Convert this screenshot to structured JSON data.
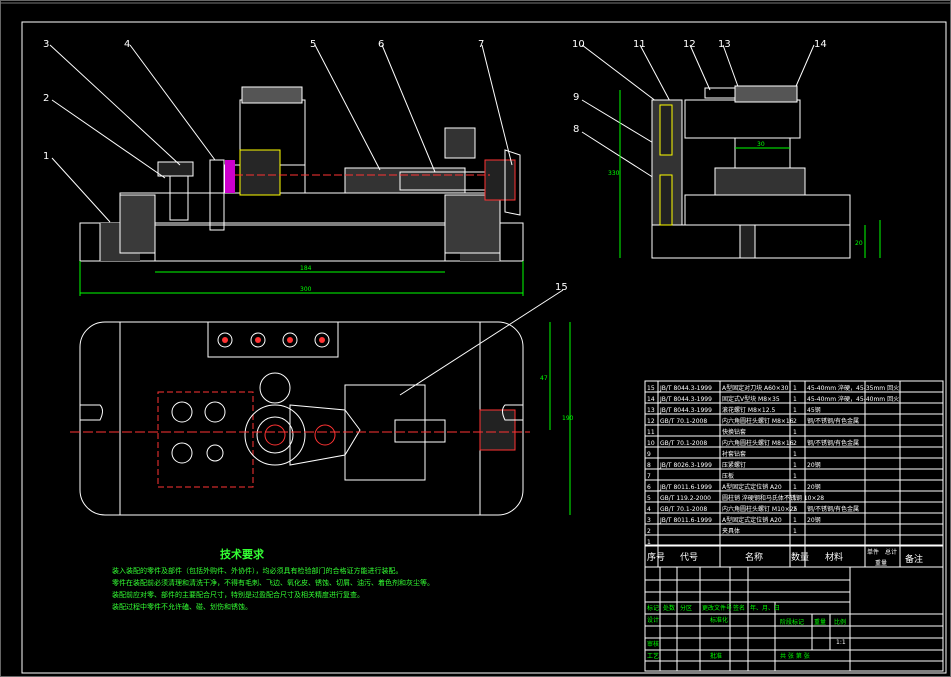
{
  "callouts": [
    "1",
    "2",
    "3",
    "4",
    "5",
    "6",
    "7",
    "8",
    "9",
    "10",
    "11",
    "12",
    "13",
    "14",
    "15"
  ],
  "front_view_dims": {
    "inner": "184",
    "outer": "300"
  },
  "side_view_dims": {
    "height": "330",
    "base": "20",
    "width": "30"
  },
  "top_view_dims": {
    "a": "47",
    "b": "190"
  },
  "tech": {
    "title": "技术要求",
    "lines": [
      "装入装配的零件及部件（包括外购件、外协件），均必须具有检验部门的合格证方能进行装配。",
      "零件在装配前必须清理和清洗干净，不得有毛刺、飞边、氧化皮、锈蚀、切屑、油污、着色剂和灰尘等。",
      "装配前应对零、部件的主要配合尺寸，特别是过盈配合尺寸及相关精度进行复查。",
      "装配过程中零件不允许磕、碰、划伤和锈蚀。"
    ]
  },
  "bom": [
    {
      "no": "15",
      "code": "JB/T 8044.3-1999",
      "name": "A型固定对刀块 A60×30",
      "qty": "1",
      "mat": "45-40mm 淬硬，45-35mm 回火"
    },
    {
      "no": "14",
      "code": "JB/T 8044.3-1999",
      "name": "固定式V型块 M8×35",
      "qty": "1",
      "mat": "45-40mm 淬硬，45-40mm 回火"
    },
    {
      "no": "13",
      "code": "JB/T 8044.3-1999",
      "name": "滚花螺钉 M8×12.5",
      "qty": "1",
      "mat": "45钢"
    },
    {
      "no": "12",
      "code": "GB/T 70.1-2008",
      "name": "内六角圆柱头螺钉 M8×16",
      "qty": "2",
      "mat": "钢/不锈钢/有色金属"
    },
    {
      "no": "11",
      "code": "",
      "name": "快换钻套",
      "qty": "1",
      "mat": ""
    },
    {
      "no": "10",
      "code": "GB/T 70.1-2008",
      "name": "内六角圆柱头螺钉 M8×16",
      "qty": "2",
      "mat": "钢/不锈钢/有色金属"
    },
    {
      "no": "9",
      "code": "",
      "name": "衬套钻套",
      "qty": "1",
      "mat": ""
    },
    {
      "no": "8",
      "code": "JB/T 8026.3-1999",
      "name": "压紧螺钉",
      "qty": "1",
      "mat": "20钢"
    },
    {
      "no": "7",
      "code": "",
      "name": "压板",
      "qty": "1",
      "mat": ""
    },
    {
      "no": "6",
      "code": "JB/T 8011.6-1999",
      "name": "A型固定式定位销 A20",
      "qty": "1",
      "mat": "20钢"
    },
    {
      "no": "5",
      "code": "GB/T 119.2-2000",
      "name": "圆柱销 淬硬钢和马氏体不锈钢 10×28",
      "qty": "1",
      "mat": ""
    },
    {
      "no": "4",
      "code": "GB/T 70.1-2008",
      "name": "内六角圆柱头螺钉 M10×25",
      "qty": "2",
      "mat": "钢/不锈钢/有色金属"
    },
    {
      "no": "3",
      "code": "JB/T 8011.6-1999",
      "name": "A型固定式定位销 A20",
      "qty": "1",
      "mat": "20钢"
    },
    {
      "no": "2",
      "code": "",
      "name": "夹具体",
      "qty": "1",
      "mat": ""
    },
    {
      "no": "1",
      "code": "",
      "name": "",
      "qty": "",
      "mat": ""
    }
  ],
  "bom_header": {
    "no": "序号",
    "code": "代号",
    "name": "名称",
    "qty": "数量",
    "mat": "材料",
    "single": "单件",
    "total": "总计",
    "weight": "重量",
    "note": "备注"
  },
  "title_block": {
    "labels": [
      "标记",
      "处数",
      "分区",
      "更改文件号",
      "签名",
      "年、月、日"
    ],
    "design": "设计",
    "standard": "标准化",
    "stage": "阶段标记",
    "weight": "重量",
    "scale": "比例",
    "scale_value": "1:1",
    "review": "审核",
    "process": "工艺",
    "approve": "批准",
    "sheets": "共  张  第  张"
  }
}
